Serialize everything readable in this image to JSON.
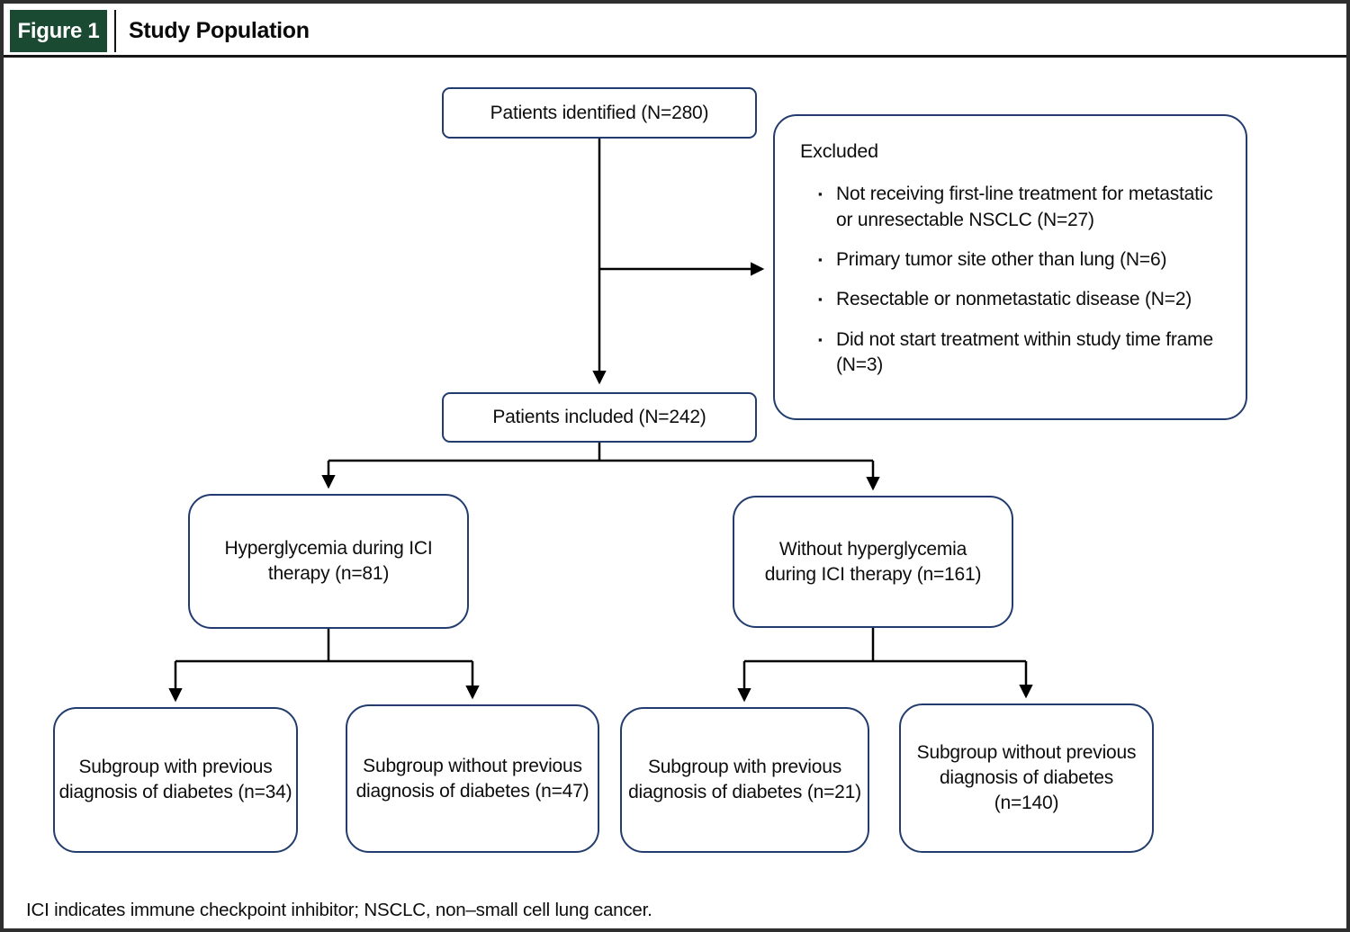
{
  "header": {
    "figure_label": "Figure 1",
    "title": "Study Population"
  },
  "icons": {
    "bullet": "▪"
  },
  "colors": {
    "header_green": "#1a4a32",
    "node_border": "#223c6e",
    "line_color": "#000000"
  },
  "nodes": {
    "patients_identified": "Patients identified (N=280)",
    "excluded": {
      "title": "Excluded",
      "items": [
        "Not receiving first-line treatment for metastatic or unresectable NSCLC (N=27)",
        "Primary tumor site other than lung (N=6)",
        "Resectable or nonmetastatic disease (N=2)",
        "Did not start treatment within study time frame (N=3)"
      ]
    },
    "patients_included": "Patients included (N=242)",
    "hyperglycemia": "Hyperglycemia during ICI therapy (n=81)",
    "without_hyperglycemia": "Without hyperglycemia during ICI therapy (n=161)",
    "subgroups": [
      "Subgroup with previous diagnosis of diabetes (n=34)",
      "Subgroup without previous diagnosis of diabetes (n=47)",
      "Subgroup with previous diagnosis of diabetes (n=21)",
      "Subgroup without previous diagnosis of diabetes (n=140)"
    ]
  },
  "footnote": "ICI indicates immune checkpoint inhibitor; NSCLC, non–small cell lung cancer."
}
